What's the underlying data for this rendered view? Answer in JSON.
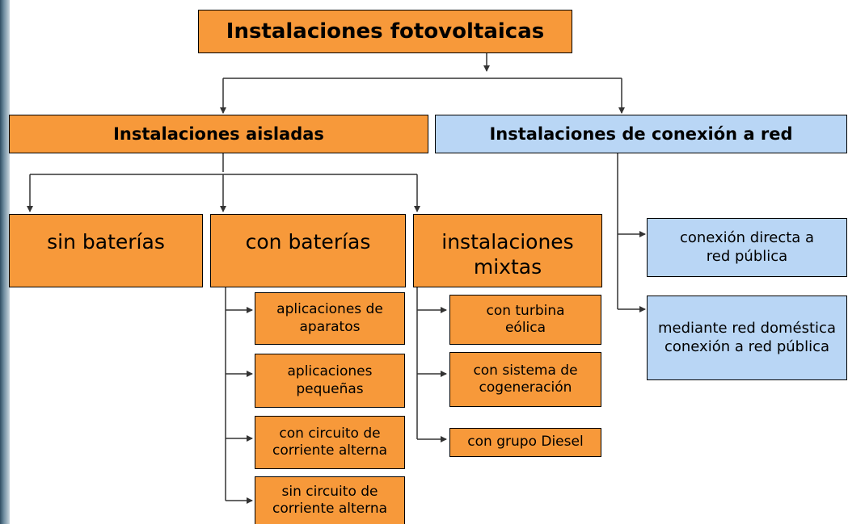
{
  "diagram": {
    "root": "Instalaciones fotovoltaicas",
    "isolated": {
      "title": "Instalaciones aisladas",
      "no_batteries": "sin baterías",
      "with_batteries": {
        "title": "con baterías",
        "items": [
          "aplicaciones de aparatos",
          "aplicaciones pequeñas",
          "con circuito de corriente alterna",
          "sin circuito de corriente alterna"
        ]
      },
      "mixed": {
        "title": "instalaciones mixtas",
        "items": [
          "con turbina eólica",
          "con sistema de cogeneración",
          "con grupo Diesel"
        ]
      }
    },
    "grid": {
      "title": "Instalaciones de conexión a red",
      "items": [
        "conexión directa a red pública",
        "mediante red doméstica conexión a red pública"
      ]
    }
  },
  "colors": {
    "orange_fill": "#f7993a",
    "blue_fill": "#b9d6f5",
    "line": "#333333"
  }
}
